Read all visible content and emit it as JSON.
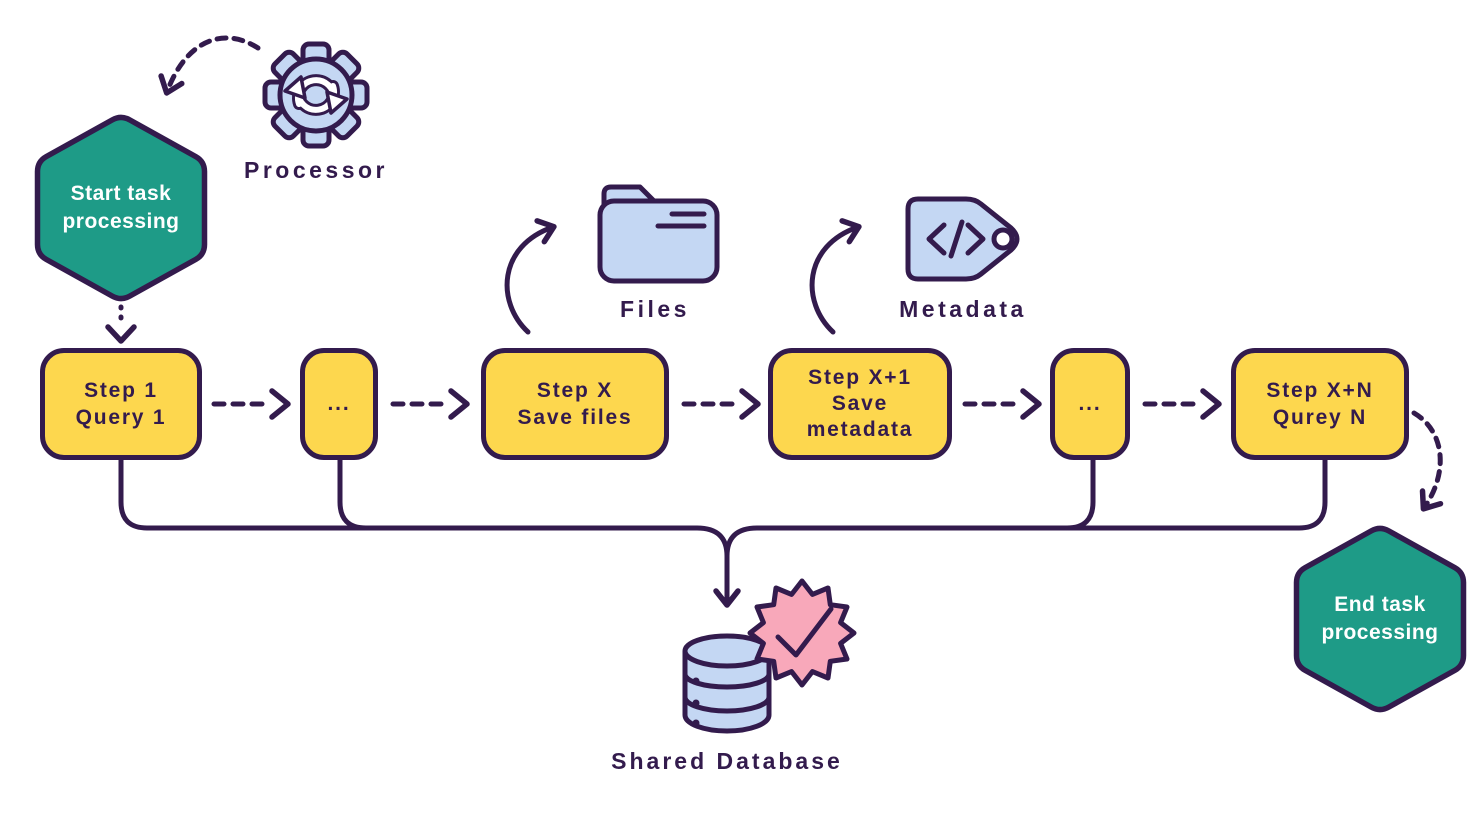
{
  "diagram": {
    "colors": {
      "outline": "#331b4d",
      "teal": "#1e9b87",
      "yellow": "#fdd74e",
      "blue": "#c4d7f3",
      "pink": "#f8a8ba",
      "text_on_teal": "#ffffff"
    },
    "icons": {
      "processor": "gear-sync-icon",
      "files": "folder-icon",
      "metadata": "code-tag-icon",
      "database": "database-cylinder-icon",
      "database_badge": "check-seal-icon"
    },
    "nodes": {
      "start": {
        "label": "Start task\nprocessing"
      },
      "processor": {
        "label": "Processor"
      },
      "step1": {
        "label": "Step 1\nQuery 1"
      },
      "ellipsis_a": {
        "label": "..."
      },
      "step_x": {
        "label": "Step X\nSave files"
      },
      "files": {
        "label": "Files"
      },
      "step_x1": {
        "label": "Step X+1\nSave\nmetadata"
      },
      "metadata": {
        "label": "Metadata"
      },
      "ellipsis_b": {
        "label": "..."
      },
      "step_xn": {
        "label": "Step X+N\nQurey N"
      },
      "database": {
        "label": "Shared Database"
      },
      "end": {
        "label": "End task\nprocessing"
      }
    }
  }
}
